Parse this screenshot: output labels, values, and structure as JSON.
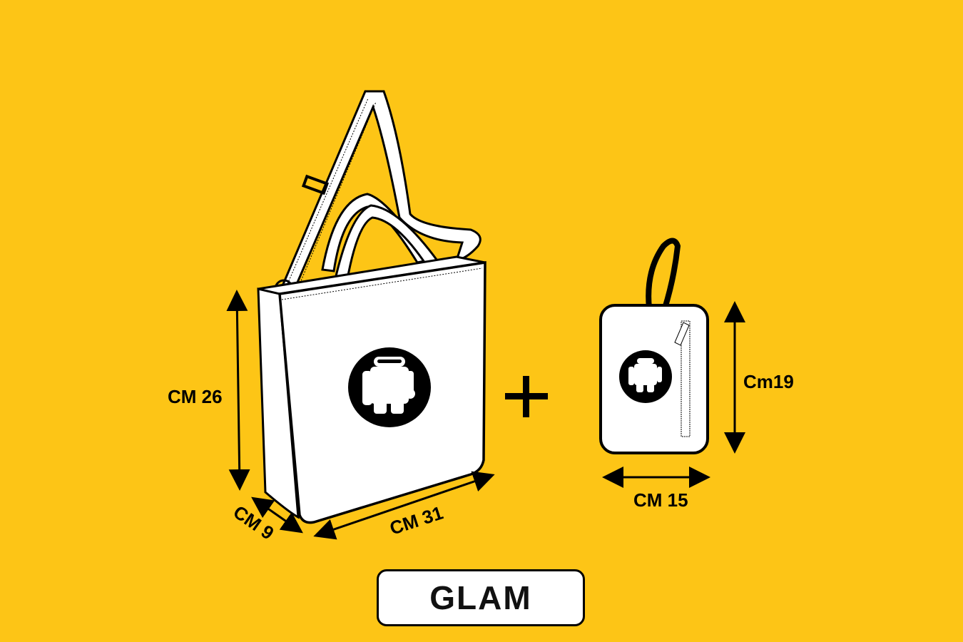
{
  "colors": {
    "background": "#FDC516",
    "outline": "#000000",
    "fill": "#FFFFFF"
  },
  "tote": {
    "height_label": "CM 26",
    "depth_label": "CM 9",
    "width_label": "CM 31",
    "logo": "robot-logo"
  },
  "pouch": {
    "height_label": "Cm19",
    "width_label": "CM 15",
    "logo": "robot-logo"
  },
  "plus_icon": "plus-icon",
  "product_name": "GLAM"
}
